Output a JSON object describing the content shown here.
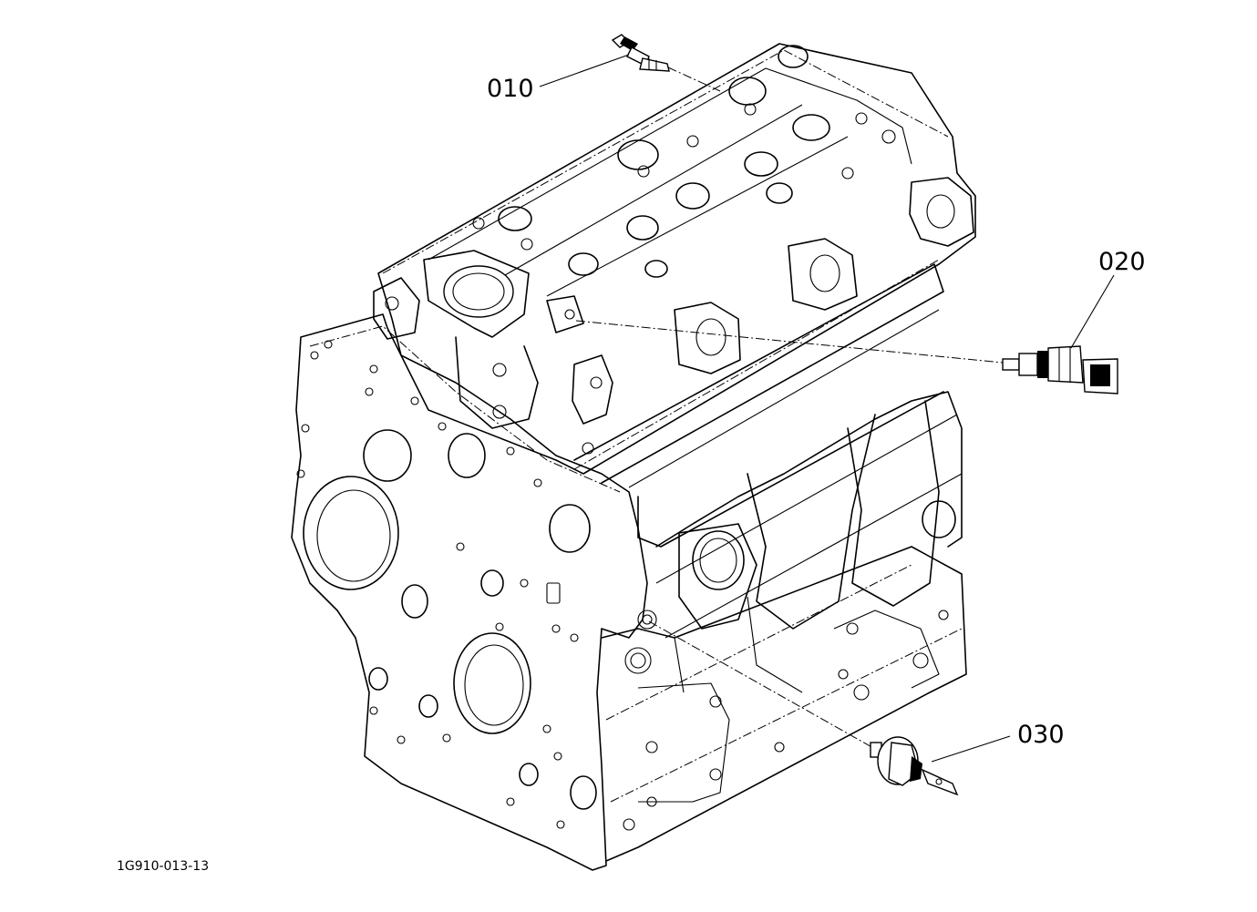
{
  "callouts": [
    {
      "id": "010",
      "label": "010"
    },
    {
      "id": "020",
      "label": "020"
    },
    {
      "id": "030",
      "label": "030"
    }
  ],
  "drawing_number": "1G910-013-13"
}
